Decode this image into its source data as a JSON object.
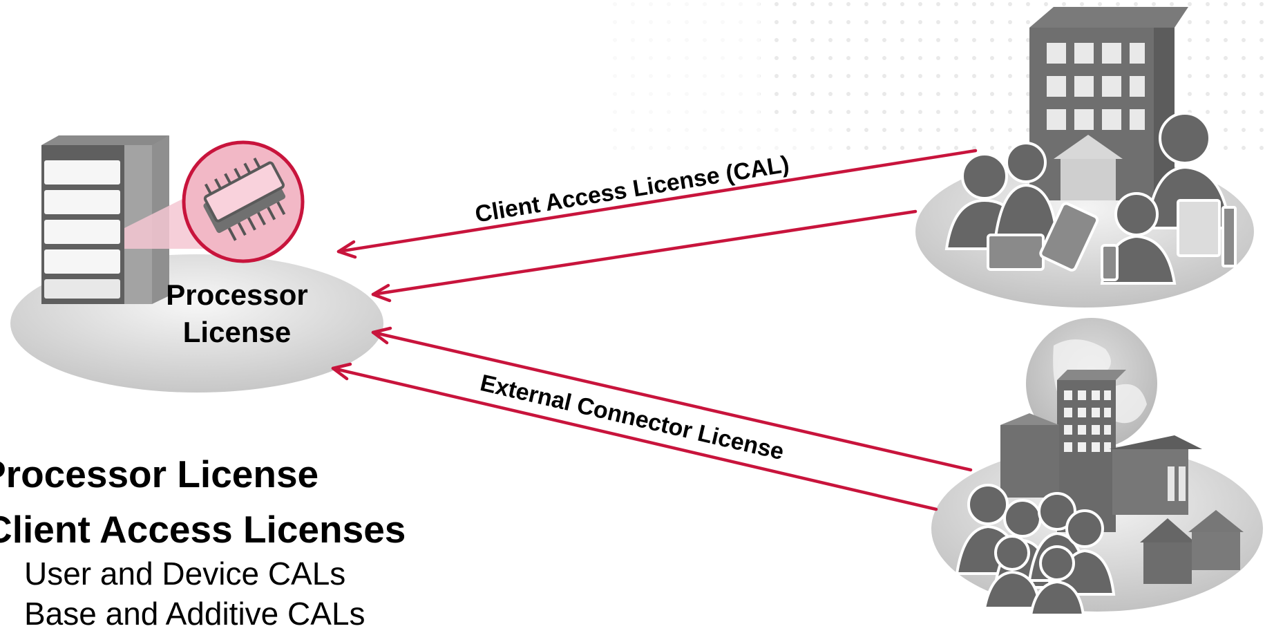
{
  "diagram": {
    "server": {
      "label_line1": "Processor",
      "label_line2": "License"
    },
    "connections": {
      "cal_label": "Client Access License (CAL)",
      "external_label": "External Connector License"
    },
    "bullets": {
      "main": [
        "Processor License",
        "Client Access Licenses"
      ],
      "sub": [
        "User and Device CALs",
        "Base and Additive CALs"
      ]
    },
    "colors": {
      "accent": "#c8143c",
      "accent_fill": "#f2b8c6",
      "platform_light": "#f4f4f4",
      "platform_dark": "#c9c9c9",
      "icon_gray": "#6d6d6d"
    }
  }
}
